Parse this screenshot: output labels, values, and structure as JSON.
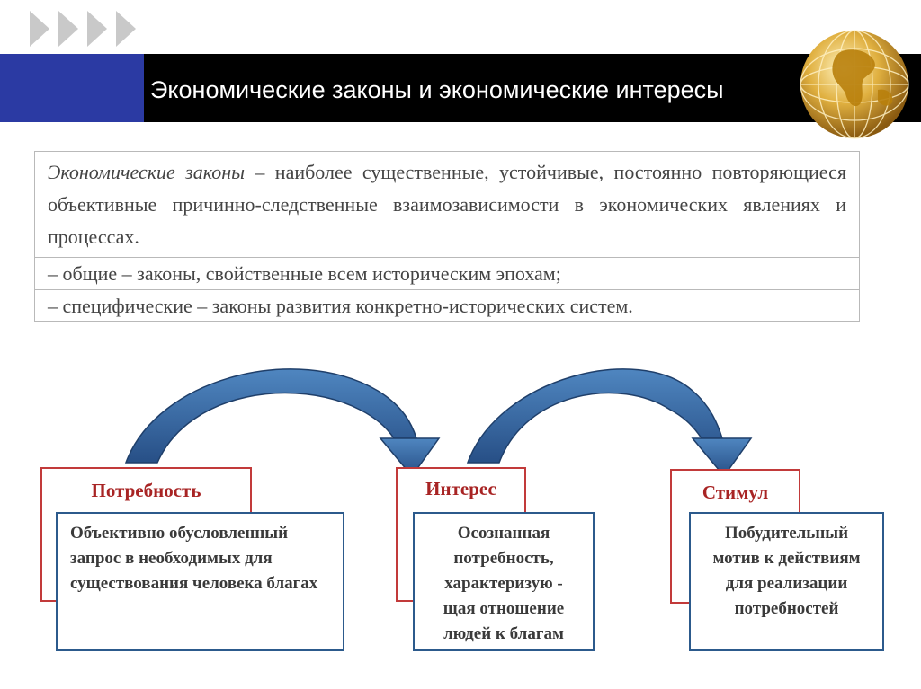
{
  "header": {
    "title": "Экономические законы и экономические интересы"
  },
  "definition": {
    "term": "Экономические законы",
    "text": " – наиболее существенные, устойчивые, постоянно повторяющиеся объективные причинно-следственные взаимозависимости в экономических явлениях и процессах.",
    "general": "– общие – законы, свойственные всем историческим эпохам;",
    "specific": "– специфические – законы развития конкретно-исторических систем."
  },
  "diagram": {
    "nodes": [
      {
        "title": "Потребность",
        "text": "Объективно обусловленный запрос в необходимых для существования человека благах"
      },
      {
        "title": "Интерес",
        "text": "Осознанная потребность, характеризую - щая отношение людей к благам"
      },
      {
        "title": "Стимул",
        "text": "Побудительный мотив к действиям для реализации потребностей"
      }
    ]
  },
  "colors": {
    "header_bg": "#000000",
    "header_accent": "#2b3aa3",
    "card_head_border": "#c23a3a",
    "card_head_text": "#a82424",
    "card_body_border": "#2c5a8c",
    "arrow": "#3a6ea8"
  },
  "icons": {
    "nav": "chevrons-icon",
    "logo": "globe-icon"
  }
}
